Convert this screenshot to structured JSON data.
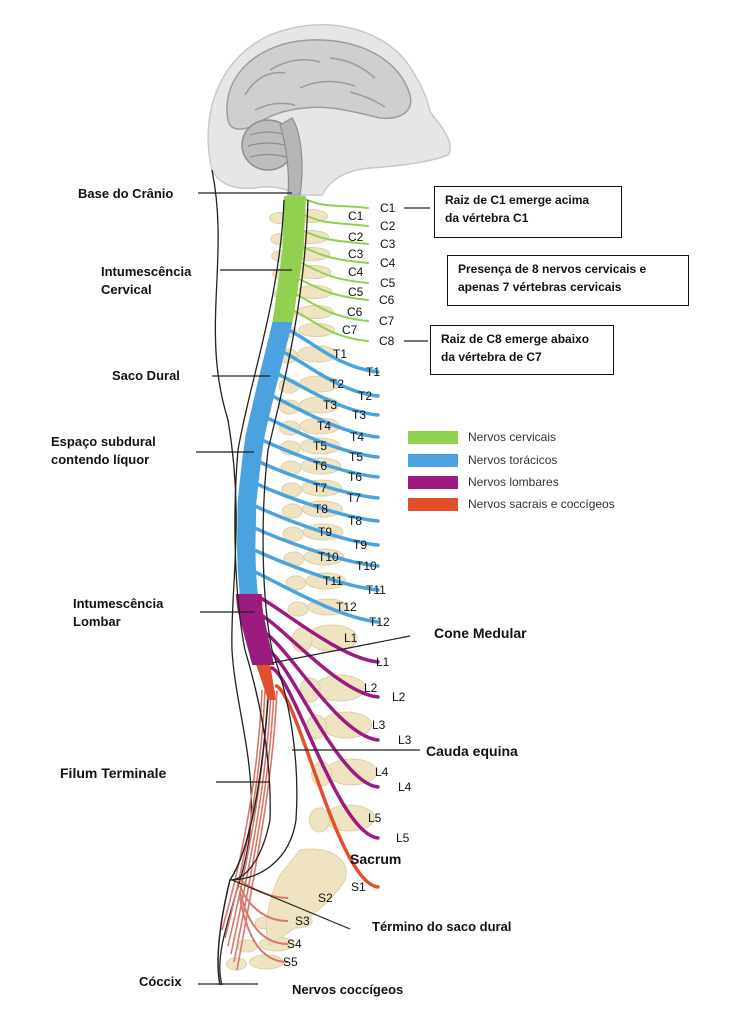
{
  "labels": {
    "base_cranio": "Base do Crânio",
    "intumescencia_cervical": [
      "Intumescência",
      "Cervical"
    ],
    "saco_dural": "Saco Dural",
    "espaco_subdural": [
      "Espaço subdural",
      "contendo líquor"
    ],
    "intumescencia_lombar": [
      "Intumescência",
      "Lombar"
    ],
    "filum_terminale": "Filum Terminale",
    "coccix": "Cóccix",
    "cone_medular": "Cone Medular",
    "cauda_equina": "Cauda equina",
    "sacrum": "Sacrum",
    "termino_saco_dural": "Término do saco dural",
    "nervos_coccigeos": "Nervos coccígeos"
  },
  "boxes": {
    "c1_note": [
      "Raiz de C1 emerge acima",
      "da vértebra C1"
    ],
    "cervical_count_note": [
      "Presença de 8 nervos cervicais e",
      "apenas 7 vértebras cervicais"
    ],
    "c8_note": [
      "Raiz de C8 emerge abaixo",
      "da vértebra de C7"
    ]
  },
  "legend": [
    {
      "label": "Nervos cervicais",
      "color": "#92d050"
    },
    {
      "label": "Nervos torácicos",
      "color": "#4aa3df"
    },
    {
      "label": "Nervos lombares",
      "color": "#9b1b7e"
    },
    {
      "label": "Nervos sacrais e coccígeos",
      "color": "#e2502b"
    }
  ],
  "vertebra_labels": [
    "C1",
    "C2",
    "C3",
    "C4",
    "C5",
    "C6",
    "C7",
    "T1",
    "T2",
    "T3",
    "T4",
    "T5",
    "T6",
    "T7",
    "T8",
    "T9",
    "T10",
    "T11",
    "T12",
    "L1",
    "L2",
    "L3",
    "L4",
    "L5",
    "S2",
    "S3",
    "S4",
    "S5"
  ],
  "nerve_labels": [
    "C1",
    "C2",
    "C3",
    "C4",
    "C5",
    "C6",
    "C7",
    "C8",
    "T1",
    "T2",
    "T3",
    "T4",
    "T5",
    "T6",
    "T7",
    "T8",
    "T9",
    "T10",
    "T11",
    "T12",
    "L1",
    "L2",
    "L3",
    "L4",
    "L5",
    "S1"
  ],
  "colors": {
    "bone": "#efe3c2",
    "bone_edge": "#ddd0a8",
    "cervical": "#92d050",
    "thoracic": "#4aa3df",
    "lumbar": "#9b1b7e",
    "sacral": "#e2502b",
    "sacral_nerve": "#d9776a",
    "head": "#e4e4e4"
  }
}
